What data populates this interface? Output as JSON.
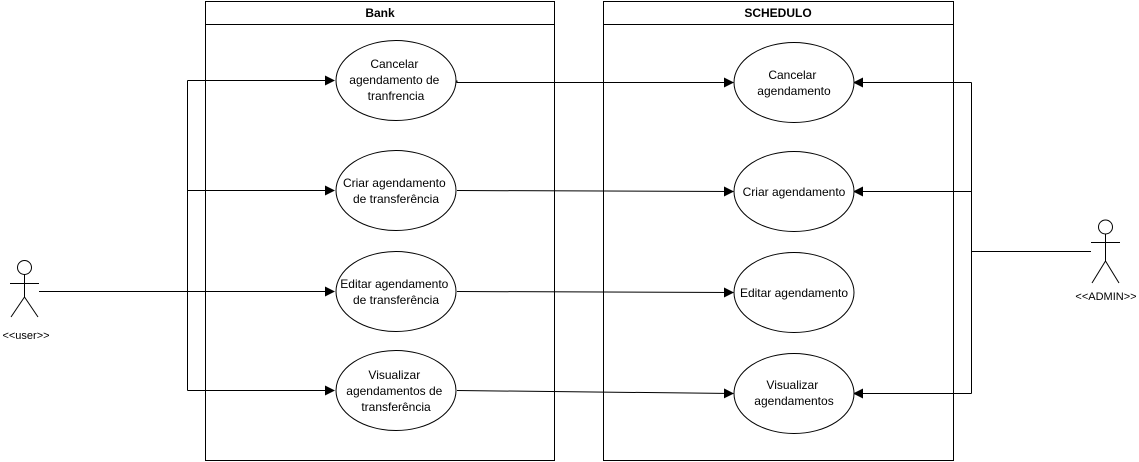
{
  "systems": {
    "bank": {
      "title": "Bank"
    },
    "schedulo": {
      "title": "SCHEDULO"
    }
  },
  "actors": {
    "user": {
      "label": "<<user>>"
    },
    "admin": {
      "label": "<<ADMIN>>"
    }
  },
  "bank_use_cases": [
    {
      "lines": [
        "Cancelar",
        "agendamento de",
        "tranfrencia"
      ]
    },
    {
      "lines": [
        "Criar agendamento",
        "de transferência"
      ]
    },
    {
      "lines": [
        "Editar agendamento",
        "de transferência"
      ]
    },
    {
      "lines": [
        "Visualizar",
        "agendamentos de",
        "transferência"
      ]
    }
  ],
  "schedulo_use_cases": [
    {
      "lines": [
        "Cancelar",
        "agendamento"
      ]
    },
    {
      "lines": [
        "Criar agendamento"
      ]
    },
    {
      "lines": [
        "Editar agendamento"
      ]
    },
    {
      "lines": [
        "Visualizar",
        "agendamentos"
      ]
    }
  ]
}
